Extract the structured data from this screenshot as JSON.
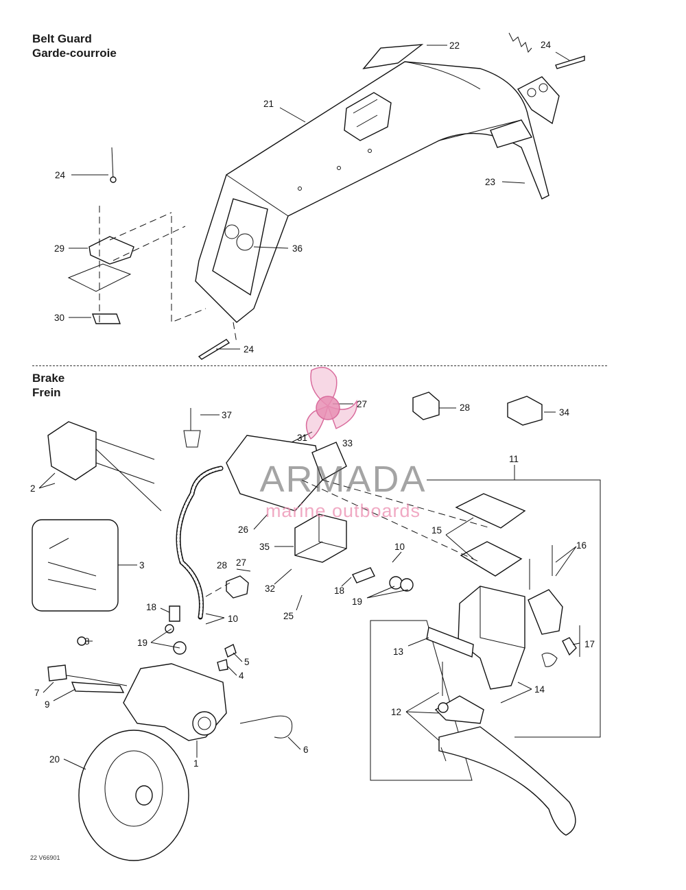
{
  "sections": {
    "belt_guard": {
      "title_en": "Belt Guard",
      "title_fr": "Garde-courroie"
    },
    "brake": {
      "title_en": "Brake",
      "title_fr": "Frein"
    }
  },
  "callouts": [
    {
      "id": "c-22",
      "label": "22"
    },
    {
      "id": "c-24a",
      "label": "24"
    },
    {
      "id": "c-21",
      "label": "21"
    },
    {
      "id": "c-24b",
      "label": "24"
    },
    {
      "id": "c-23",
      "label": "23"
    },
    {
      "id": "c-29",
      "label": "29"
    },
    {
      "id": "c-36",
      "label": "36"
    },
    {
      "id": "c-30",
      "label": "30"
    },
    {
      "id": "c-24c",
      "label": "24"
    },
    {
      "id": "c-37",
      "label": "37"
    },
    {
      "id": "c-27a",
      "label": "27"
    },
    {
      "id": "c-28a",
      "label": "28"
    },
    {
      "id": "c-34",
      "label": "34"
    },
    {
      "id": "c-31",
      "label": "31"
    },
    {
      "id": "c-33",
      "label": "33"
    },
    {
      "id": "c-2",
      "label": "2"
    },
    {
      "id": "c-11",
      "label": "11"
    },
    {
      "id": "c-26",
      "label": "26"
    },
    {
      "id": "c-15",
      "label": "15"
    },
    {
      "id": "c-16",
      "label": "16"
    },
    {
      "id": "c-35",
      "label": "35"
    },
    {
      "id": "c-10a",
      "label": "10"
    },
    {
      "id": "c-3",
      "label": "3"
    },
    {
      "id": "c-28b",
      "label": "28"
    },
    {
      "id": "c-27b",
      "label": "27"
    },
    {
      "id": "c-32",
      "label": "32"
    },
    {
      "id": "c-18a",
      "label": "18"
    },
    {
      "id": "c-19a",
      "label": "19"
    },
    {
      "id": "c-25",
      "label": "25"
    },
    {
      "id": "c-18b",
      "label": "18"
    },
    {
      "id": "c-10b",
      "label": "10"
    },
    {
      "id": "c-17",
      "label": "17"
    },
    {
      "id": "c-13",
      "label": "13"
    },
    {
      "id": "c-19b",
      "label": "19"
    },
    {
      "id": "c-8",
      "label": "8"
    },
    {
      "id": "c-5",
      "label": "5"
    },
    {
      "id": "c-4",
      "label": "4"
    },
    {
      "id": "c-14",
      "label": "14"
    },
    {
      "id": "c-7",
      "label": "7"
    },
    {
      "id": "c-9",
      "label": "9"
    },
    {
      "id": "c-12",
      "label": "12"
    },
    {
      "id": "c-6",
      "label": "6"
    },
    {
      "id": "c-20",
      "label": "20"
    },
    {
      "id": "c-1",
      "label": "1"
    }
  ],
  "drawing_ref": "22 V66901",
  "watermark": {
    "brand": "ARMADA",
    "tagline": "marine outboards",
    "logo_color": "#e88fb4"
  }
}
